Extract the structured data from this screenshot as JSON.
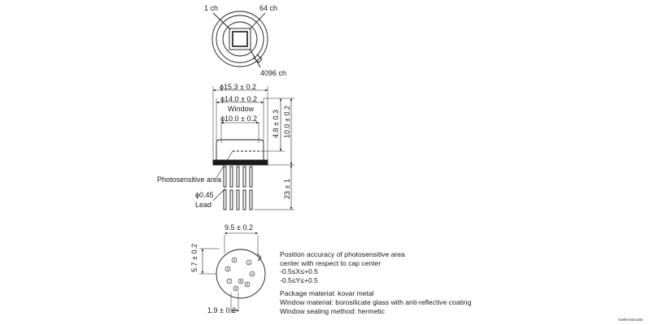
{
  "top_view": {
    "ch1_label": "1 ch",
    "ch64_label": "64 ch",
    "ch4096_label": "4096 ch"
  },
  "side_view": {
    "dia_outer": "15.3 ± 0.2",
    "dia_cap": "14.0 ± 0.2",
    "window_label": "Window",
    "dia_window": "10.0 ± 0.2",
    "height_window": "4.8 ± 0.3",
    "height_cap": "10.0 ± 0.2",
    "lead_length": "23 ± 1",
    "photosensitive_area_label": "Photosensitive area",
    "lead_dia": "0.45",
    "lead_label": "Lead",
    "phi_symbol": "ϕ"
  },
  "bottom_view": {
    "pin_span": "9.5 ± 0.2",
    "offset_y": "5.7 ± 0.2",
    "offset_x": "1.9 ± 0.2",
    "pin_numbers": [
      "1",
      "2",
      "3",
      "4",
      "5",
      "6",
      "7",
      "8"
    ]
  },
  "notes": {
    "line1": "Position accuracy of photosensitive area",
    "line2": "center with respect to cap center",
    "line3": "-0.5≤X≤+0.5",
    "line4": "-0.5≤Y≤+0.5",
    "line5": "Package material: kovar metal",
    "line6": "Window material: borosilicate glass with anti-reflective coating",
    "line7": "Window sealing method: hermetic"
  },
  "drawing_code": "KMIRA0021EB"
}
